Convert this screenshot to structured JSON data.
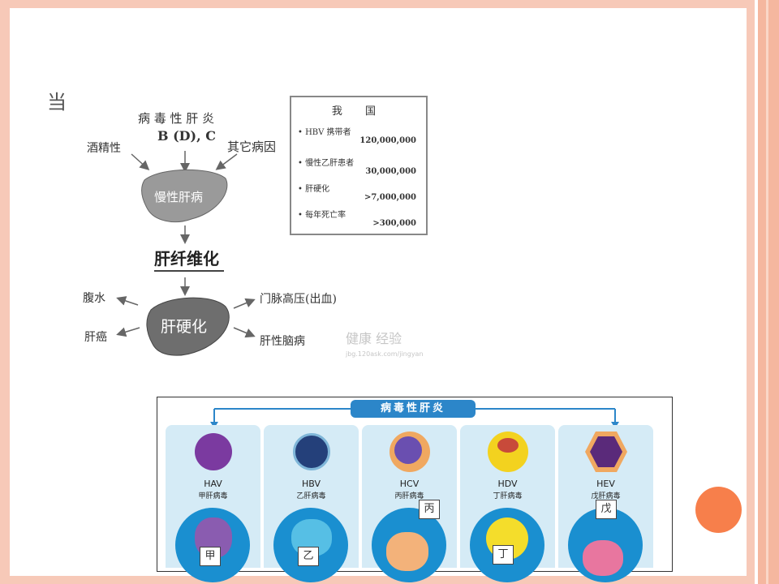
{
  "slide": {
    "bullet_fragment": "当"
  },
  "diagram": {
    "viral_hepatitis_label": "病 毒 性 肝 炎",
    "viral_types": "B (D), C",
    "alcoholic": "酒精性",
    "other_causes": "其它病因",
    "chronic_liver_disease": "慢性肝病",
    "liver_fibrosis": "肝纤维化",
    "cirrhosis": "肝硬化",
    "ascites": "腹水",
    "liver_cancer": "肝癌",
    "portal_hypertension": "门脉高压(出血)",
    "hepatic_encephalopathy": "肝性脑病",
    "watermark": "健康 经验",
    "watermark_url": "jbg.120ask.com/jingyan"
  },
  "infobox": {
    "title": "我 国",
    "rows": [
      {
        "label": "HBV 携带者",
        "value": "120,000,000"
      },
      {
        "label": "慢性乙肝患者",
        "value": "30,000,000"
      },
      {
        "label": "肝硬化",
        "value": ">7,000,000"
      },
      {
        "label": "每年死亡率",
        "value": ">300,000"
      }
    ]
  },
  "virus_panel": {
    "title": "病毒性肝炎",
    "viruses": [
      {
        "name": "HAV",
        "cn": "甲肝病毒",
        "sign": "甲",
        "color": "#7b3aa0"
      },
      {
        "name": "HBV",
        "cn": "乙肝病毒",
        "sign": "乙",
        "color": "#3fa6d8"
      },
      {
        "name": "HCV",
        "cn": "丙肝病毒",
        "sign": "丙",
        "color": "#f0a860"
      },
      {
        "name": "HDV",
        "cn": "丁肝病毒",
        "sign": "丁",
        "color": "#f3d21f"
      },
      {
        "name": "HEV",
        "cn": "戊肝病毒",
        "sign": "戊",
        "color": "#e15a8a"
      }
    ]
  },
  "colors": {
    "border": "#f7c9b8",
    "accent_dot": "#f77f4b",
    "panel_blue": "#2c86c9"
  }
}
